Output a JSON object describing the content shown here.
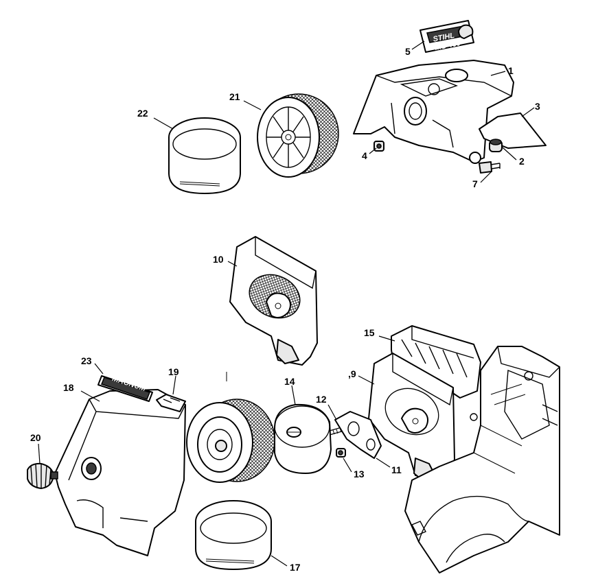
{
  "diagram": {
    "callouts": [
      {
        "id": "1",
        "label": "1"
      },
      {
        "id": "2",
        "label": "2"
      },
      {
        "id": "3",
        "label": "3"
      },
      {
        "id": "4",
        "label": "4"
      },
      {
        "id": "5",
        "label": "5"
      },
      {
        "id": "7",
        "label": "7"
      },
      {
        "id": "9",
        "label": ",9"
      },
      {
        "id": "10",
        "label": "10"
      },
      {
        "id": "11",
        "label": "11"
      },
      {
        "id": "12",
        "label": "12"
      },
      {
        "id": "13",
        "label": "13"
      },
      {
        "id": "14",
        "label": "14"
      },
      {
        "id": "15",
        "label": "15"
      },
      {
        "id": "17",
        "label": "17"
      },
      {
        "id": "18",
        "label": "18"
      },
      {
        "id": "19",
        "label": "19"
      },
      {
        "id": "20",
        "label": "20"
      },
      {
        "id": "21",
        "label": "21"
      },
      {
        "id": "22",
        "label": "22"
      },
      {
        "id": "23",
        "label": "23"
      }
    ],
    "decals": {
      "brand": "STIHL",
      "model": "MS 460",
      "magnum": "MAGNUM"
    }
  }
}
